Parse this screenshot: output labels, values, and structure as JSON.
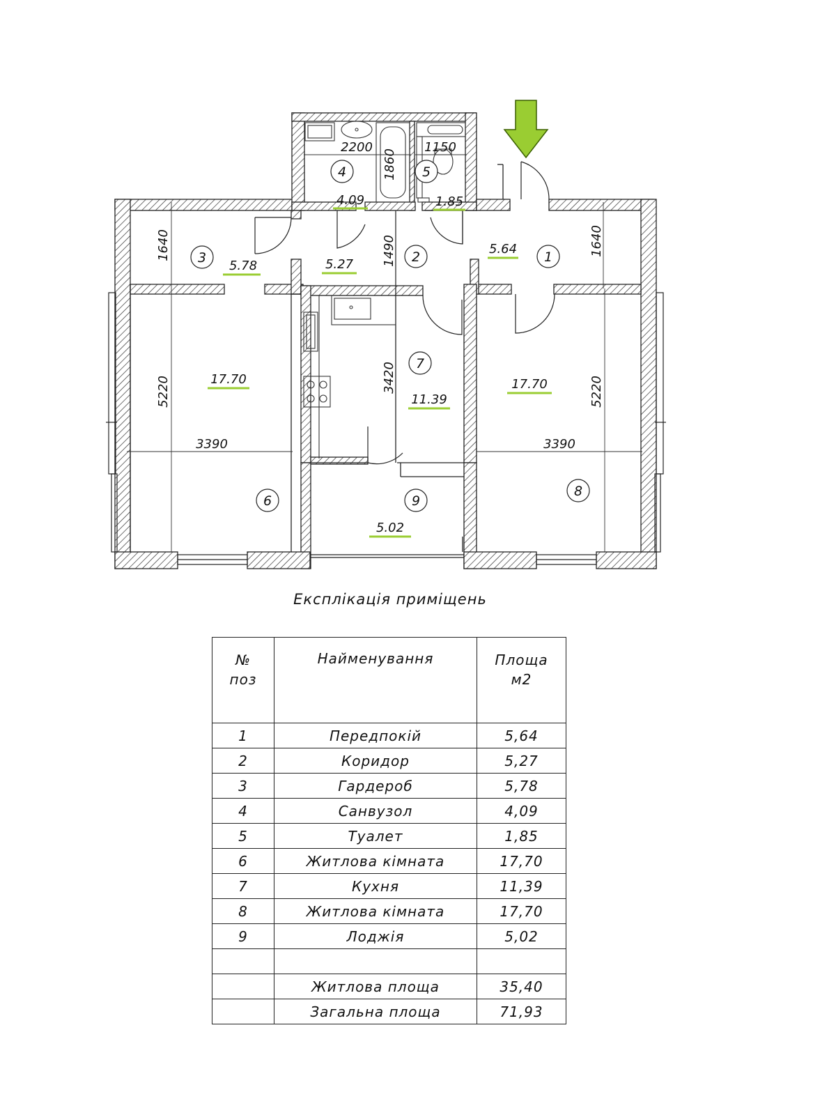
{
  "plan": {
    "rooms": [
      {
        "num": "1",
        "area": "5.64"
      },
      {
        "num": "2",
        "area": "5.27"
      },
      {
        "num": "3",
        "area": "5.78"
      },
      {
        "num": "4",
        "area": "4.09"
      },
      {
        "num": "5",
        "area": "1.85"
      },
      {
        "num": "6",
        "area": "17.70"
      },
      {
        "num": "7",
        "area": "11.39"
      },
      {
        "num": "8",
        "area": "17.70"
      },
      {
        "num": "9",
        "area": "5.02"
      }
    ],
    "dimensions": {
      "d2200": "2200",
      "d1150": "1150",
      "d1860": "1860",
      "d1640_left": "1640",
      "d1640_right": "1640",
      "d1490": "1490",
      "d5220_left": "5220",
      "d5220_right": "5220",
      "d3420": "3420",
      "d3390_left": "3390",
      "d3390_right": "3390"
    },
    "accent_color": "#9acd32",
    "entrance_icon": "entrance-arrow-icon"
  },
  "explication": {
    "title": "Експлікація приміщень",
    "headers": {
      "no_line1": "№",
      "no_line2": "поз",
      "name": "Найменування",
      "area_line1": "Площа",
      "area_line2": "м2"
    },
    "rows": [
      {
        "no": "1",
        "name": "Передпокій",
        "area": "5,64"
      },
      {
        "no": "2",
        "name": "Коридор",
        "area": "5,27"
      },
      {
        "no": "3",
        "name": "Гардероб",
        "area": "5,78"
      },
      {
        "no": "4",
        "name": "Санвузол",
        "area": "4,09"
      },
      {
        "no": "5",
        "name": "Туалет",
        "area": "1,85"
      },
      {
        "no": "6",
        "name": "Житлова кімната",
        "area": "17,70"
      },
      {
        "no": "7",
        "name": "Кухня",
        "area": "11,39"
      },
      {
        "no": "8",
        "name": "Житлова кімната",
        "area": "17,70"
      },
      {
        "no": "9",
        "name": "Лоджія",
        "area": "5,02"
      },
      {
        "no": "",
        "name": "",
        "area": ""
      }
    ],
    "totals": [
      {
        "name": "Житлова площа",
        "area": "35,40"
      },
      {
        "name": "Загальна площа",
        "area": "71,93"
      }
    ]
  }
}
